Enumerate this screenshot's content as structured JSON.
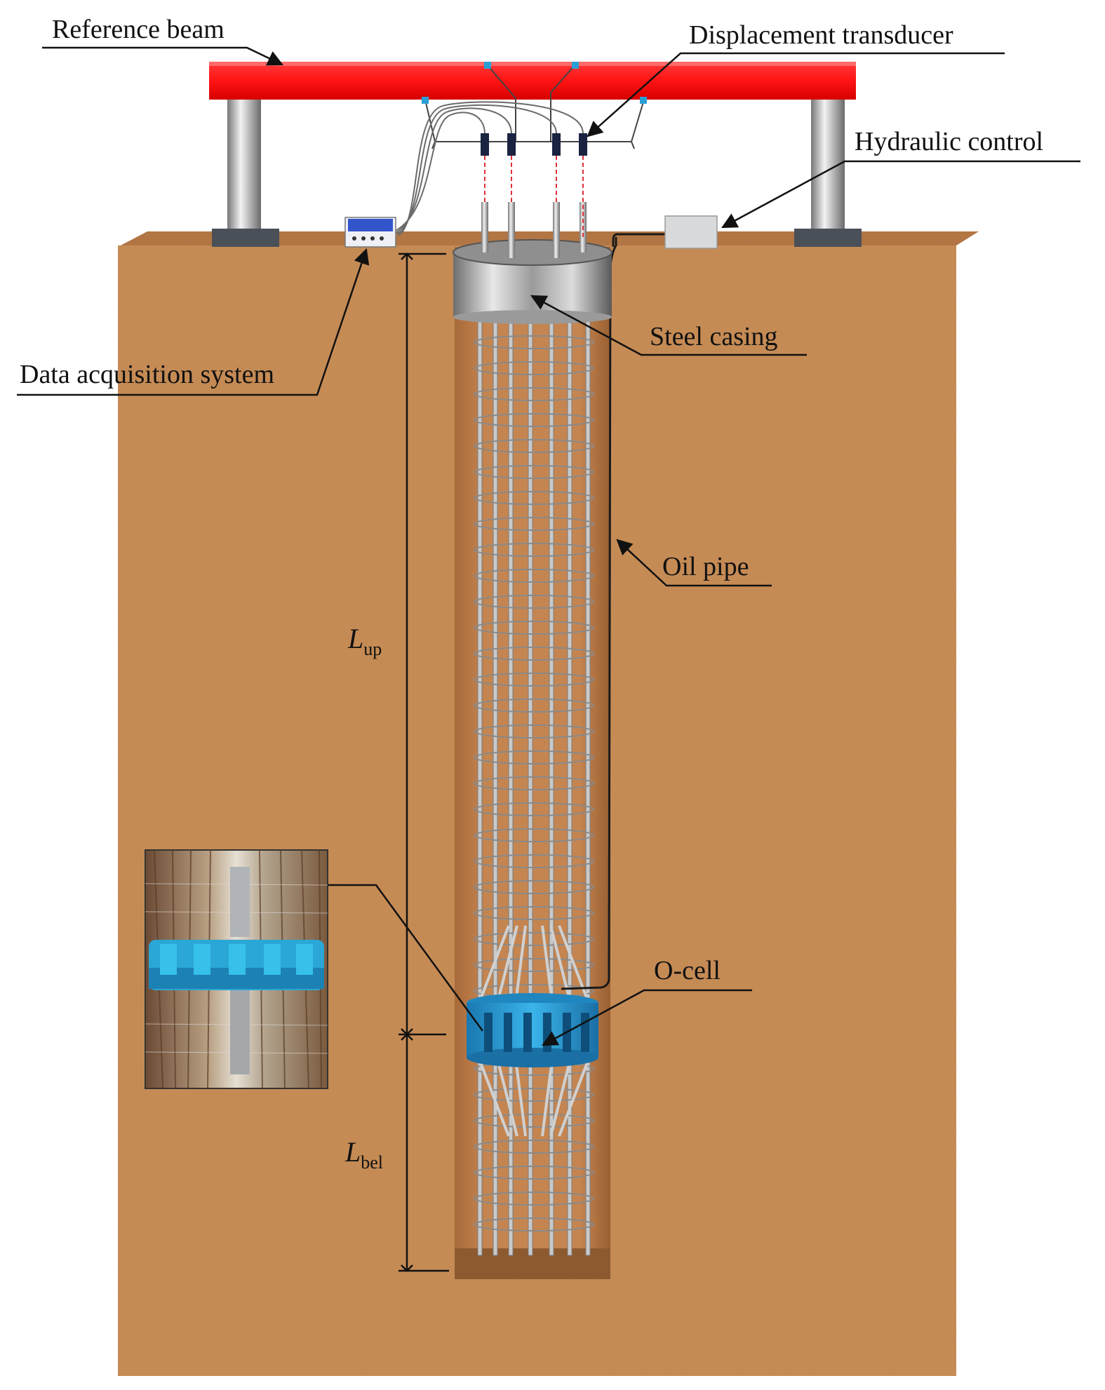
{
  "labels": {
    "reference_beam": "Reference beam",
    "displacement_transducer": "Displacement transducer",
    "hydraulic_control": "Hydraulic control",
    "data_acquisition_system": "Data acquisition system",
    "steel_casing": "Steel casing",
    "oil_pipe": "Oil pipe",
    "o_cell": "O-cell"
  },
  "dimensions": {
    "upper": {
      "symbol": "L",
      "subscript": "up"
    },
    "lower": {
      "symbol": "L",
      "subscript": "bel"
    }
  },
  "colors": {
    "soil": "#c98a52",
    "beam": "#ff1a1a",
    "o_cell": "#2a9fd6",
    "steel": "#b8b8b8",
    "daq_screen": "#3355cc",
    "support_base": "#4a5058"
  },
  "inset_photo": {
    "subject": "o-cell-installation-photo"
  }
}
